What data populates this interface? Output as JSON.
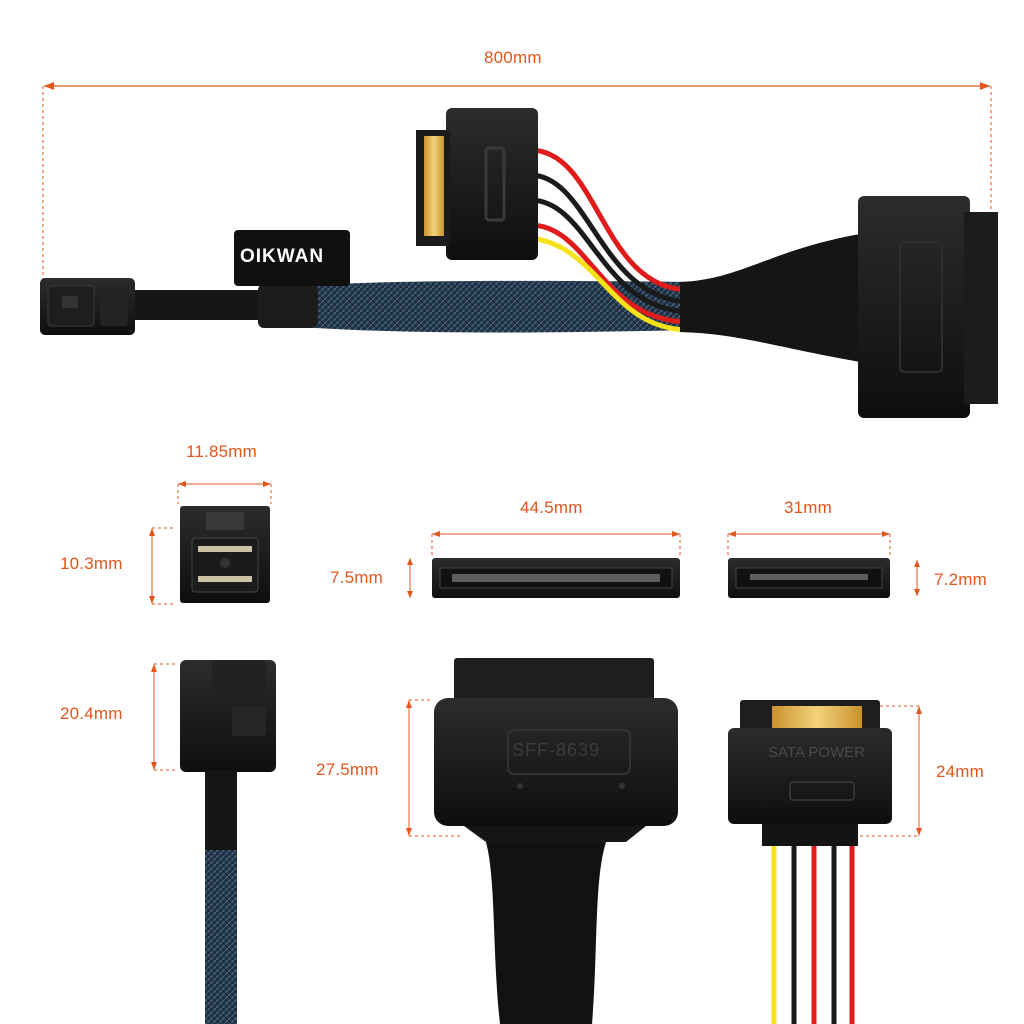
{
  "brand": {
    "label": "OIKWAN"
  },
  "colors": {
    "dimension": "#e2551b",
    "connector": "#141414",
    "braid": "#2a3e52",
    "wire_red": "#e01b1b",
    "wire_yellow": "#f5e21a",
    "wire_black": "#1a1a1a",
    "pins": "#e6b84a"
  },
  "dimensions": {
    "cable_length": "800mm",
    "mini_sas_width": "11.85mm",
    "mini_sas_height": "10.3mm",
    "sff_face_width": "44.5mm",
    "sff_face_height": "7.5mm",
    "sata_face_width": "31mm",
    "sata_face_height": "7.2mm",
    "mini_sas_length": "20.4mm",
    "sff_length": "27.5mm",
    "sata_length": "24mm"
  },
  "connector_labels": {
    "sff": "SFF-8639",
    "sata_power": "SATA POWER"
  }
}
